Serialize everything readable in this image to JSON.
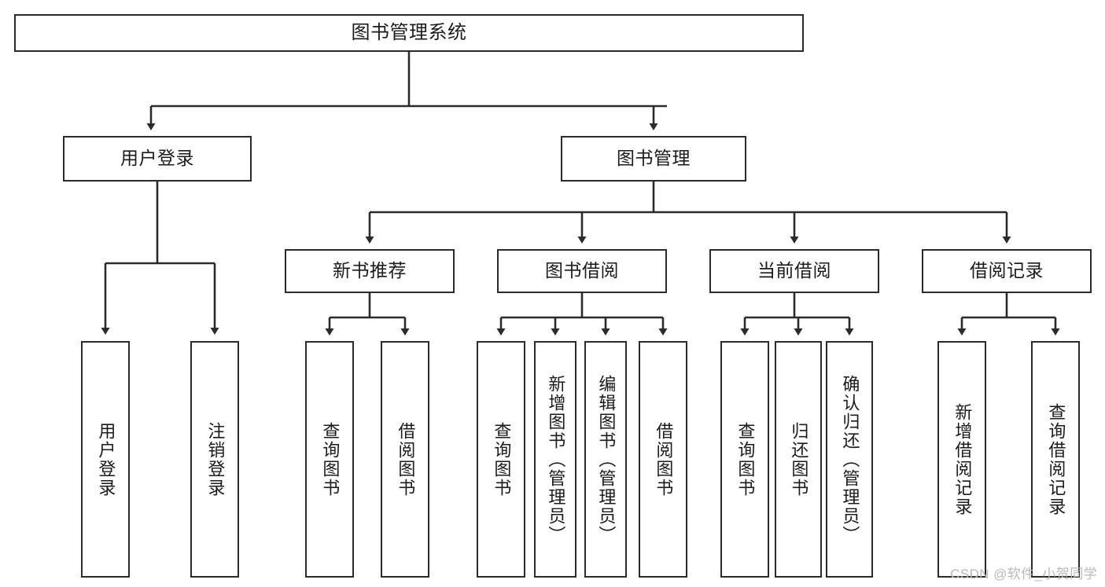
{
  "diagram": {
    "type": "tree",
    "title": "图书管理系统",
    "watermark": "CSDN @软件_小贺同学",
    "colors": {
      "stroke": "#2b2b2b",
      "fill": "#ffffff",
      "text": "#1b1b1b",
      "watermark": "#b9b9b9"
    },
    "nodes": {
      "root": {
        "label": "图书管理系统"
      },
      "level1": [
        {
          "id": "user-login",
          "label": "用户登录"
        },
        {
          "id": "book-manage",
          "label": "图书管理"
        }
      ],
      "level2": [
        {
          "id": "new-book-recommend",
          "label": "新书推荐"
        },
        {
          "id": "book-borrow",
          "label": "图书借阅"
        },
        {
          "id": "current-borrow",
          "label": "当前借阅"
        },
        {
          "id": "borrow-record",
          "label": "借阅记录"
        }
      ],
      "leaves": [
        {
          "id": "leaf-user-login",
          "label": "用户登录",
          "parent": "user-login"
        },
        {
          "id": "leaf-logout-login",
          "label": "注销登录",
          "parent": "user-login"
        },
        {
          "id": "leaf-query-book-1",
          "label": "查询图书",
          "parent": "new-book-recommend"
        },
        {
          "id": "leaf-borrow-book-1",
          "label": "借阅图书",
          "parent": "new-book-recommend"
        },
        {
          "id": "leaf-query-book-2",
          "label": "查询图书",
          "parent": "book-borrow"
        },
        {
          "id": "leaf-add-book",
          "label": "新增图书（管理员）",
          "parent": "book-borrow"
        },
        {
          "id": "leaf-edit-book",
          "label": "编辑图书（管理员）",
          "parent": "book-borrow"
        },
        {
          "id": "leaf-borrow-book-2",
          "label": "借阅图书",
          "parent": "book-borrow"
        },
        {
          "id": "leaf-query-book-3",
          "label": "查询图书",
          "parent": "current-borrow"
        },
        {
          "id": "leaf-return-book",
          "label": "归还图书",
          "parent": "current-borrow"
        },
        {
          "id": "leaf-confirm-return",
          "label": "确认归还（管理员）",
          "parent": "current-borrow"
        },
        {
          "id": "leaf-add-record",
          "label": "新增借阅记录",
          "parent": "borrow-record"
        },
        {
          "id": "leaf-query-record",
          "label": "查询借阅记录",
          "parent": "borrow-record"
        }
      ]
    }
  }
}
